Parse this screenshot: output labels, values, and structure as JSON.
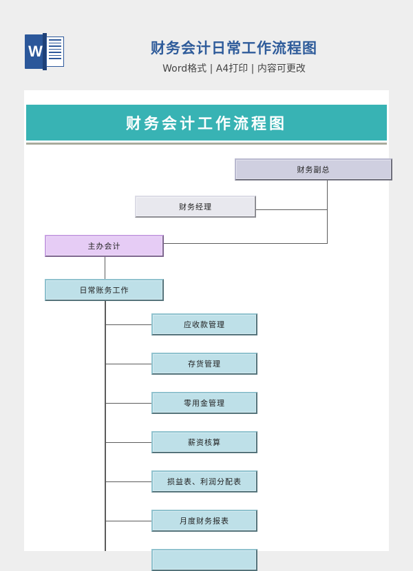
{
  "header": {
    "icon": "word-document-icon",
    "icon_letter": "W",
    "title": "财务会计日常工作流程图",
    "subtitle": "Word格式 | A4打印 | 内容可更改",
    "title_color": "#2e5b9a",
    "subtitle_color": "#444444"
  },
  "document": {
    "banner": {
      "text": "财务会计工作流程图",
      "background": "#38b3b4",
      "text_color": "#ffffff"
    }
  },
  "chart_data": {
    "type": "diagram",
    "title": "财务会计工作流程图",
    "orientation": "top-down organizational flow",
    "nodes": [
      {
        "id": "n1",
        "label": "财务副总",
        "level": 1,
        "style": "gray"
      },
      {
        "id": "n2",
        "label": "财务经理",
        "level": 2,
        "style": "pale"
      },
      {
        "id": "n3",
        "label": "主办会计",
        "level": 3,
        "style": "purple"
      },
      {
        "id": "n4",
        "label": "日常账务工作",
        "level": 4,
        "style": "blue"
      },
      {
        "id": "n5",
        "label": "应收款管理",
        "level": 5,
        "style": "blue"
      },
      {
        "id": "n6",
        "label": "存货管理",
        "level": 5,
        "style": "blue"
      },
      {
        "id": "n7",
        "label": "零用金管理",
        "level": 5,
        "style": "blue"
      },
      {
        "id": "n8",
        "label": "薪资核算",
        "level": 5,
        "style": "blue"
      },
      {
        "id": "n9",
        "label": "损益表、利润分配表",
        "level": 5,
        "style": "blue"
      },
      {
        "id": "n10",
        "label": "月度财务报表",
        "level": 5,
        "style": "blue"
      },
      {
        "id": "n11",
        "label": "",
        "level": 5,
        "style": "blue"
      }
    ],
    "edges": [
      {
        "from": "n1",
        "to": "n2"
      },
      {
        "from": "n2",
        "to": "n3"
      },
      {
        "from": "n3",
        "to": "n4"
      },
      {
        "from": "n4",
        "to": "n5"
      },
      {
        "from": "n4",
        "to": "n6"
      },
      {
        "from": "n4",
        "to": "n7"
      },
      {
        "from": "n4",
        "to": "n8"
      },
      {
        "from": "n4",
        "to": "n9"
      },
      {
        "from": "n4",
        "to": "n10"
      },
      {
        "from": "n4",
        "to": "n11"
      }
    ],
    "colors": {
      "executive": "#cfcfe0",
      "manager": "#e8e8ee",
      "accountant": "#e6ccf5",
      "task": "#bee0e8",
      "connector": "#5a5a5a"
    }
  }
}
